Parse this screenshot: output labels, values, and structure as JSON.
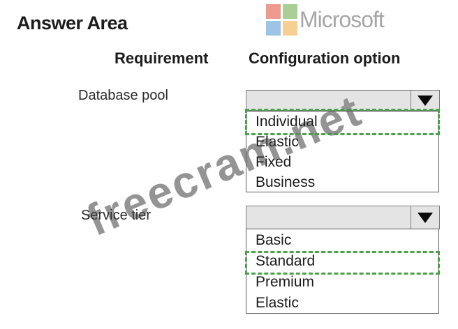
{
  "title": "Answer Area",
  "logo": {
    "text": "Microsoft",
    "square_colors": {
      "red": "#ee9a8f",
      "green": "#a9cf96",
      "blue": "#9dc3e5",
      "orange": "#f8cf92"
    },
    "text_color": "#a6a6a6"
  },
  "table": {
    "headers": {
      "requirement": "Requirement",
      "configuration": "Configuration option"
    },
    "rows": [
      {
        "label": "Database pool",
        "dropdown_value": "",
        "options": [
          "Individual",
          "Elastic",
          "Fixed",
          "Business"
        ],
        "highlighted_option": "Individual",
        "highlighted_index": 0
      },
      {
        "label": "Service tier",
        "dropdown_value": "",
        "options": [
          "Basic",
          "Standard",
          "Premium",
          "Elastic"
        ],
        "highlighted_option": "Standard",
        "highlighted_index": 1
      }
    ]
  },
  "watermark": "freecram.net",
  "colors": {
    "selection_green": "#4aa34a",
    "combo_fill": "#e4e4e4",
    "combo_border": "#7d7d7d",
    "list_border": "#585858",
    "text": "#1b1b1b",
    "watermark_gray": "#949494"
  }
}
